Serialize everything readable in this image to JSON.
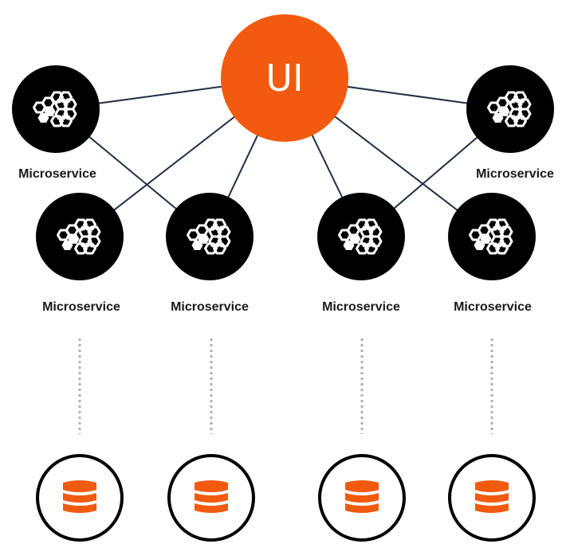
{
  "ui_node": {
    "label": "UI",
    "color": "#f15a0f"
  },
  "microservices": [
    {
      "id": "ms-top-left",
      "label": "Microservice",
      "icon": "hexagon-cluster-icon"
    },
    {
      "id": "ms-top-right",
      "label": "Microservice",
      "icon": "hexagon-cluster-icon"
    },
    {
      "id": "ms-1",
      "label": "Microservice",
      "icon": "hexagon-cluster-icon"
    },
    {
      "id": "ms-2",
      "label": "Microservice",
      "icon": "hexagon-cluster-icon"
    },
    {
      "id": "ms-3",
      "label": "Microservice",
      "icon": "hexagon-cluster-icon"
    },
    {
      "id": "ms-4",
      "label": "Microservice",
      "icon": "hexagon-cluster-icon"
    }
  ],
  "databases": [
    {
      "icon": "database-icon"
    },
    {
      "icon": "database-icon"
    },
    {
      "icon": "database-icon"
    },
    {
      "icon": "database-icon"
    }
  ],
  "colors": {
    "microservice_fill": "#000000",
    "database_icon": "#f15a0f",
    "link": "#1f2d44",
    "dotted": "#b0b0b0"
  }
}
